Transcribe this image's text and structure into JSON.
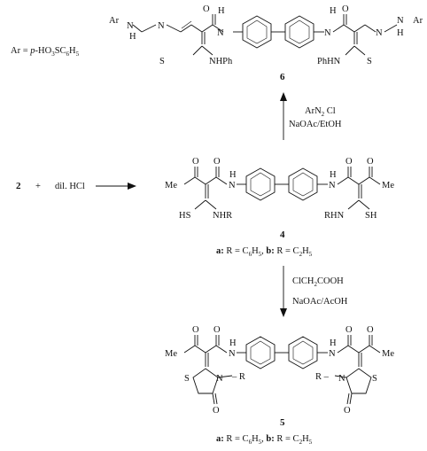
{
  "ar_definition": {
    "prefix": "Ar = ",
    "italic": "p",
    "rest": "-HO",
    "s1": "3",
    "mid": "SC",
    "s2": "6",
    "mid2": "H",
    "s3": "5"
  },
  "compound6": {
    "number": "6",
    "left": {
      "ar": "Ar",
      "n1": "N",
      "n2": "N",
      "h": "H",
      "o": "O",
      "nh_n": "N",
      "nh_h": "H",
      "s": "S",
      "nhph": "NHPh"
    },
    "right": {
      "ar": "Ar",
      "n1": "N",
      "n2": "N",
      "h": "H",
      "o": "O",
      "nh_n": "N",
      "nh_h": "H",
      "s": "S",
      "nhph": "PhHN"
    }
  },
  "arrow_up_reagents": {
    "line1": "ArN",
    "line1_sub": "2",
    "line1_rest": " Cl",
    "line2": "NaOAc/EtOH"
  },
  "start": {
    "compound": "2",
    "plus": "+",
    "reagent": "dil. HCl"
  },
  "compound4": {
    "number": "4",
    "left": {
      "o_ketone": "O",
      "me": "Me",
      "o_amide": "O",
      "nh_n": "N",
      "nh_h": "H",
      "hs": "HS",
      "nhr": "NHR"
    },
    "right": {
      "o_ketone": "O",
      "me": "Me",
      "o_amide": "O",
      "nh_n": "N",
      "nh_h": "H",
      "sh": "SH",
      "rhn": "RHN"
    },
    "caption": {
      "a_label": "a:",
      "a_text": " R = C",
      "a_sub1": "6",
      "a_mid": "H",
      "a_sub2": "5",
      "b_label": "b:",
      "b_text": " R = C",
      "b_sub1": "2",
      "b_mid": "H",
      "b_sub2": "5"
    }
  },
  "arrow_down_reagents": {
    "line1": "ClCH",
    "line1_sub": "2",
    "line1_rest": "COOH",
    "line2": "NaOAc/AcOH"
  },
  "compound5": {
    "number": "5",
    "left": {
      "o_ketone": "O",
      "me": "Me",
      "o_amide": "O",
      "nh_n": "N",
      "nh_h": "H",
      "s": "S",
      "n_r": "N",
      "r": "R",
      "o_ring": "O"
    },
    "right": {
      "o_ketone": "O",
      "me": "Me",
      "o_amide": "O",
      "nh_n": "N",
      "nh_h": "H",
      "s": "S",
      "n_r": "N",
      "r": "R",
      "o_ring": "O"
    },
    "caption": {
      "a_label": "a:",
      "a_text": " R = C",
      "a_sub1": "6",
      "a_mid": "H",
      "a_sub2": "5",
      "b_label": "b:",
      "b_text": " R = C",
      "b_sub1": "2",
      "b_mid": "H",
      "b_sub2": "5"
    }
  }
}
